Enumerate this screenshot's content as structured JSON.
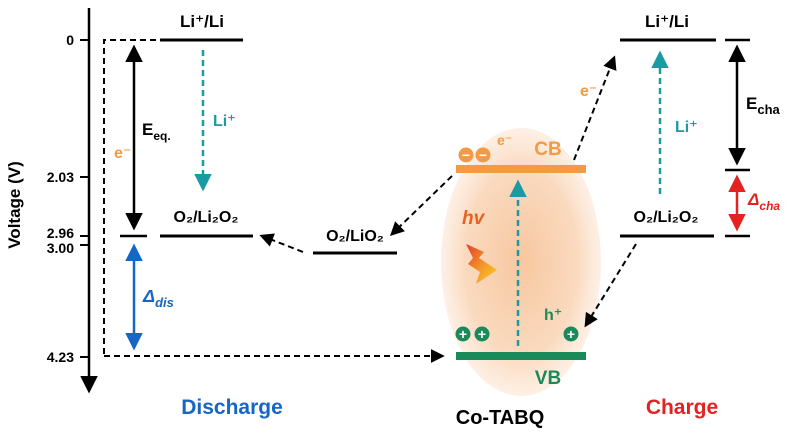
{
  "axis": {
    "label": "Voltage (V)",
    "ticks": [
      "0",
      "2.03",
      "2.96",
      "3.00",
      "4.23"
    ]
  },
  "discharge": {
    "title": "Discharge",
    "top_level_label": "Li⁺/Li",
    "level_label": "O₂/Li₂O₂",
    "intermediate_label": "O₂/LiO₂",
    "energy_label_main": "E",
    "energy_label_sub": "eq.",
    "delta_label_main": "Δ",
    "delta_label_sub": "dis",
    "electron_label": "e⁻",
    "ion_label": "Li⁺"
  },
  "catalyst": {
    "name": "Co-TABQ",
    "cb_label": "CB",
    "vb_label": "VB",
    "light_label": "hv",
    "cb_electron_label": "e⁻",
    "vb_hole_label": "h⁺",
    "charge_minus": "−",
    "charge_plus": "+"
  },
  "charge": {
    "title": "Charge",
    "top_level_label": "Li⁺/Li",
    "level_label": "O₂/Li₂O₂",
    "energy_label_main": "E",
    "energy_label_sub": "cha",
    "delta_label_main": "Δ",
    "delta_label_sub": "cha",
    "electron_label": "e⁻",
    "ion_label": "Li⁺"
  },
  "colors": {
    "black": "#000000",
    "teal": "#1a9ba1",
    "orange": "#f39a44",
    "green": "#1b8a5a",
    "blue": "#1666c5",
    "red": "#e32222",
    "glow": "#f7c9a2"
  }
}
